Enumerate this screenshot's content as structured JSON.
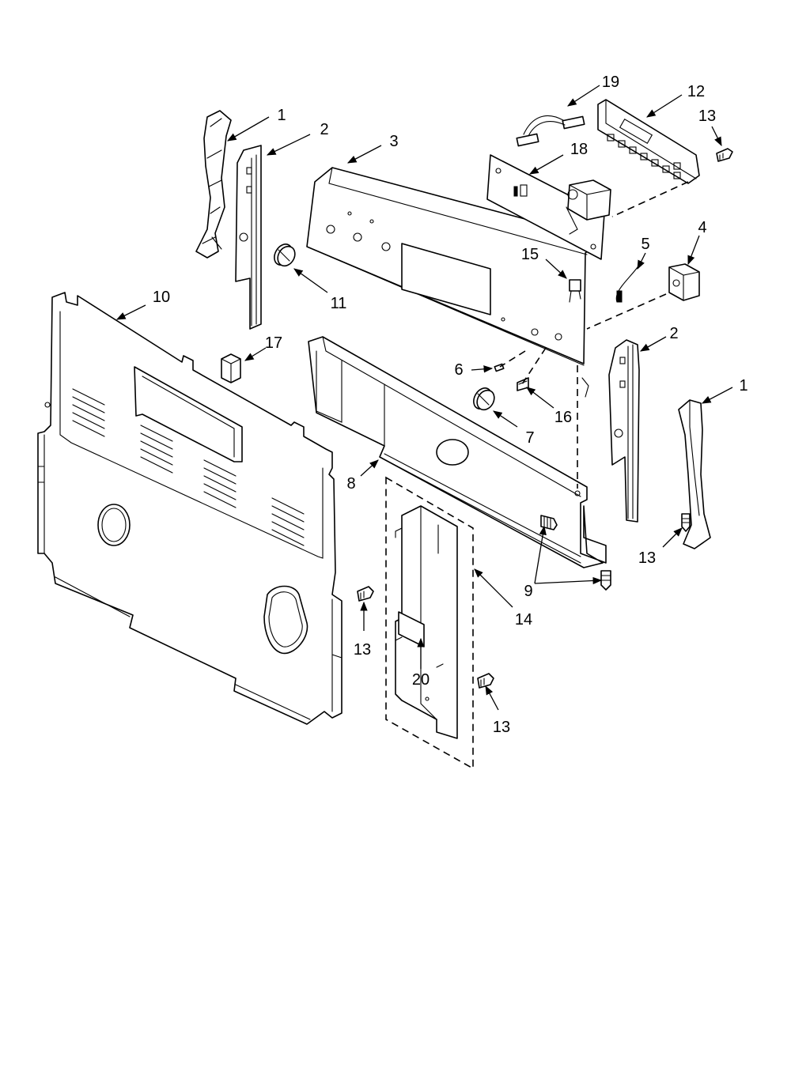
{
  "callouts": [
    {
      "id": "c1a",
      "label": "1"
    },
    {
      "id": "c2a",
      "label": "2"
    },
    {
      "id": "c3",
      "label": "3"
    },
    {
      "id": "c19",
      "label": "19"
    },
    {
      "id": "c12",
      "label": "12"
    },
    {
      "id": "c13a",
      "label": "13"
    },
    {
      "id": "c18",
      "label": "18"
    },
    {
      "id": "c15",
      "label": "15"
    },
    {
      "id": "c5",
      "label": "5"
    },
    {
      "id": "c4",
      "label": "4"
    },
    {
      "id": "c11",
      "label": "11"
    },
    {
      "id": "c10",
      "label": "10"
    },
    {
      "id": "c17",
      "label": "17"
    },
    {
      "id": "c2b",
      "label": "2"
    },
    {
      "id": "c6",
      "label": "6"
    },
    {
      "id": "c16",
      "label": "16"
    },
    {
      "id": "c1b",
      "label": "1"
    },
    {
      "id": "c7",
      "label": "7"
    },
    {
      "id": "c8",
      "label": "8"
    },
    {
      "id": "c13b",
      "label": "13"
    },
    {
      "id": "c9",
      "label": "9"
    },
    {
      "id": "c14",
      "label": "14"
    },
    {
      "id": "c13c",
      "label": "13"
    },
    {
      "id": "c20",
      "label": "20"
    },
    {
      "id": "c13d",
      "label": "13"
    }
  ]
}
